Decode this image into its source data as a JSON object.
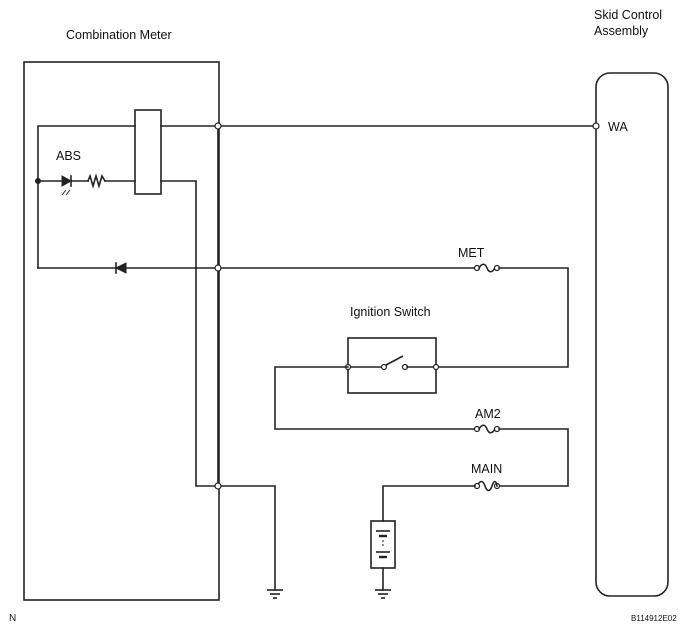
{
  "labels": {
    "combination_meter": "Combination Meter",
    "skid_control_line1": "Skid Control",
    "skid_control_line2": "Assembly",
    "abs": "ABS",
    "wa": "WA",
    "met": "MET",
    "ignition_switch": "Ignition Switch",
    "am2": "AM2",
    "main": "MAIN",
    "corner_n": "N",
    "figure_code": "B114912E02"
  },
  "colors": {
    "line": "#222222",
    "background": "#ffffff"
  }
}
